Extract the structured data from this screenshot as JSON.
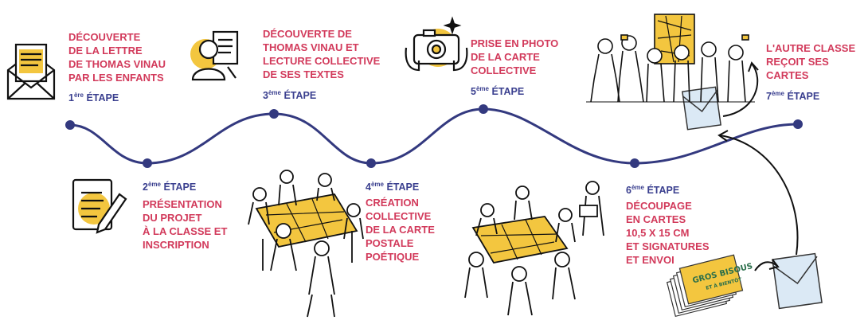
{
  "colors": {
    "accent": "#d23a5b",
    "step": "#3a3f8f",
    "line": "#33397f",
    "yellow": "#f3c63f",
    "envelope": "#dbe9f5"
  },
  "steps": [
    {
      "num": "1",
      "sup": "ère",
      "word": " ÉTAPE",
      "lines": [
        "DÉCOUVERTE",
        "DE LA LETTRE",
        "DE THOMAS VINAU",
        "PAR LES ENFANTS"
      ],
      "icon": "envelope-letter-icon"
    },
    {
      "num": "2",
      "sup": "ème",
      "word": " ÉTAPE",
      "lines": [
        "PRÉSENTATION",
        "DU PROJET",
        "À LA CLASSE ET",
        "INSCRIPTION"
      ],
      "icon": "pencil-document-icon"
    },
    {
      "num": "3",
      "sup": "ème",
      "word": " ÉTAPE",
      "lines": [
        "DÉCOUVERTE DE",
        "THOMAS VINAU ET",
        "LECTURE COLLECTIVE",
        "DE SES TEXTES"
      ],
      "icon": "reader-icon"
    },
    {
      "num": "4",
      "sup": "ème",
      "word": " ÉTAPE",
      "lines": [
        "CRÉATION",
        "COLLECTIVE",
        "DE LA CARTE",
        "POSTALE",
        "POÉTIQUE"
      ],
      "icon": "group-drawing-icon"
    },
    {
      "num": "5",
      "sup": "ème",
      "word": " ÉTAPE",
      "lines": [
        "PRISE EN PHOTO",
        "DE LA CARTE",
        "COLLECTIVE"
      ],
      "icon": "camera-icon"
    },
    {
      "num": "6",
      "sup": "ème",
      "word": " ÉTAPE",
      "lines": [
        "DÉCOUPAGE",
        "EN CARTES",
        "10,5 X 15 CM",
        "ET SIGNATURES",
        "ET ENVOI"
      ],
      "icon": "cards-stack-icon"
    },
    {
      "num": "7",
      "sup": "ème",
      "word": " ÉTAPE",
      "lines": [
        "L'AUTRE CLASSE",
        "REÇOIT SES",
        "CARTES"
      ],
      "icon": "class-receiving-icon"
    }
  ],
  "card_stamp": {
    "title": "GROS BISOUS",
    "subtitle": "ET À BIENTÔT"
  }
}
